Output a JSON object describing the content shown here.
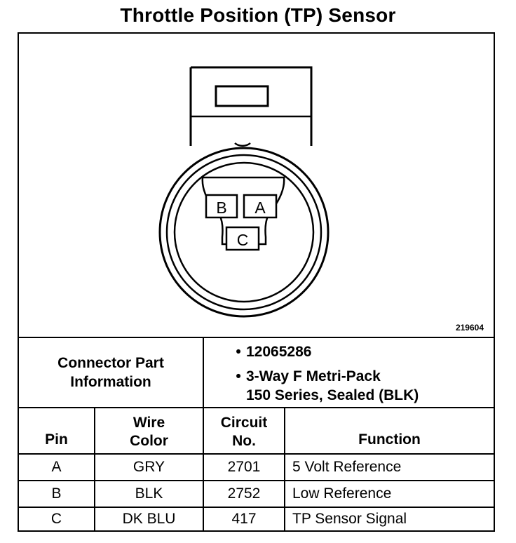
{
  "title": "Throttle Position (TP) Sensor",
  "figure_id": "219604",
  "pins": {
    "b": "B",
    "a": "A",
    "c": "C"
  },
  "connector_info": {
    "label_line1": "Connector Part",
    "label_line2": "Information",
    "part_number": "12065286",
    "description_line1": "3-Way F Metri-Pack",
    "description_line2": "150 Series, Sealed (BLK)"
  },
  "table": {
    "headers": {
      "pin": "Pin",
      "wire_color_line1": "Wire",
      "wire_color_line2": "Color",
      "circuit_line1": "Circuit",
      "circuit_line2": "No.",
      "function": "Function"
    },
    "rows": [
      {
        "pin": "A",
        "wire_color": "GRY",
        "circuit": "2701",
        "function": "5 Volt Reference"
      },
      {
        "pin": "B",
        "wire_color": "BLK",
        "circuit": "2752",
        "function": "Low Reference"
      },
      {
        "pin": "C",
        "wire_color": "DK BLU",
        "circuit": "417",
        "function": "TP Sensor Signal"
      }
    ]
  }
}
